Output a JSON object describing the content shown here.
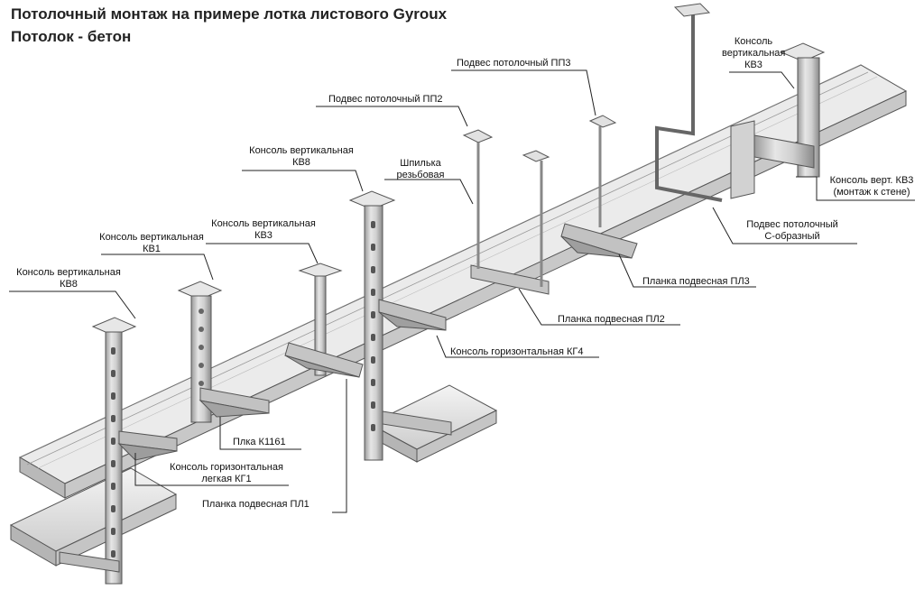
{
  "header": {
    "title": "Потолочный монтаж на примере лотка листового Gyroux",
    "subtitle": "Потолок - бетон"
  },
  "labels": {
    "kv8_left": [
      "Консоль вертикальная",
      "КВ8"
    ],
    "kv1": [
      "Консоль вертикальная",
      "КВ1"
    ],
    "kv3_mid": [
      "Консоль вертикальная",
      "КВ3"
    ],
    "kv8_mid": [
      "Консоль вертикальная",
      "КВ8"
    ],
    "pp2": [
      "Подвес потолочный ПП2"
    ],
    "stud": [
      "Шпилька",
      "резьбовая"
    ],
    "pp3": [
      "Подвес потолочный ПП3"
    ],
    "kv3_top": [
      "Консоль",
      "вертикальная",
      "КВ3"
    ],
    "kv3_wall": [
      "Консоль верт. КВ3",
      "(монтаж к стене)"
    ],
    "c_hanger": [
      "Подвес потолочный",
      "С-образный"
    ],
    "pl3": [
      "Планка подвесная ПЛ3"
    ],
    "pl2": [
      "Планка подвесная ПЛ2"
    ],
    "kg4": [
      "Консоль горизонтальная КГ4"
    ],
    "k1161": [
      "Плка К1161"
    ],
    "kg1": [
      "Консоль горизонтальная",
      "легкая КГ1"
    ],
    "pl1": [
      "Планка подвесная ПЛ1"
    ]
  },
  "colors": {
    "steel_light": "#f1f1f1",
    "steel_mid": "#c9c9c9",
    "steel_dark": "#8a8a8a",
    "outline": "#555555",
    "leader": "#222222"
  }
}
